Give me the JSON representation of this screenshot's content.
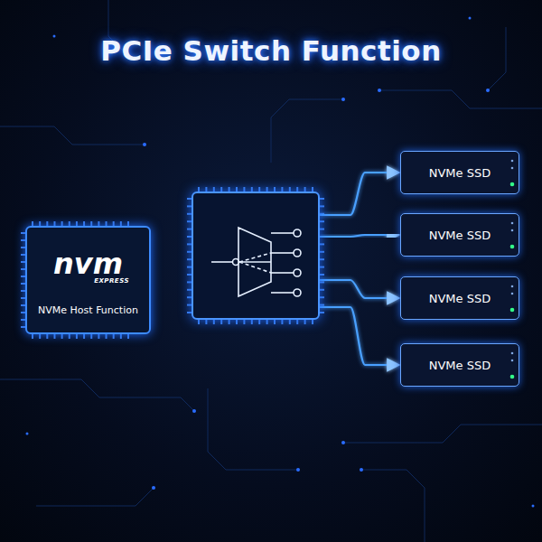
{
  "diagram": {
    "title": "PCIe Switch Function",
    "nodes": [
      {
        "text": [
          "nvm",
          "EXPRESS",
          "NVMe Host Function"
        ]
      },
      {
        "text": []
      },
      {
        "text": [
          "NVMe SSD"
        ]
      },
      {
        "text": [
          "NVMe SSD"
        ]
      },
      {
        "text": [
          "NVMe SSD"
        ]
      },
      {
        "text": [
          "NVMe SSD"
        ]
      }
    ],
    "edges": [
      {
        "from": 0,
        "to": 1,
        "arrow": "to"
      },
      {
        "from": 1,
        "to": 2,
        "arrow": "to"
      },
      {
        "from": 1,
        "to": 3,
        "arrow": "to"
      },
      {
        "from": 1,
        "to": 4,
        "arrow": "to"
      },
      {
        "from": 1,
        "to": 5,
        "arrow": "to"
      }
    ]
  }
}
